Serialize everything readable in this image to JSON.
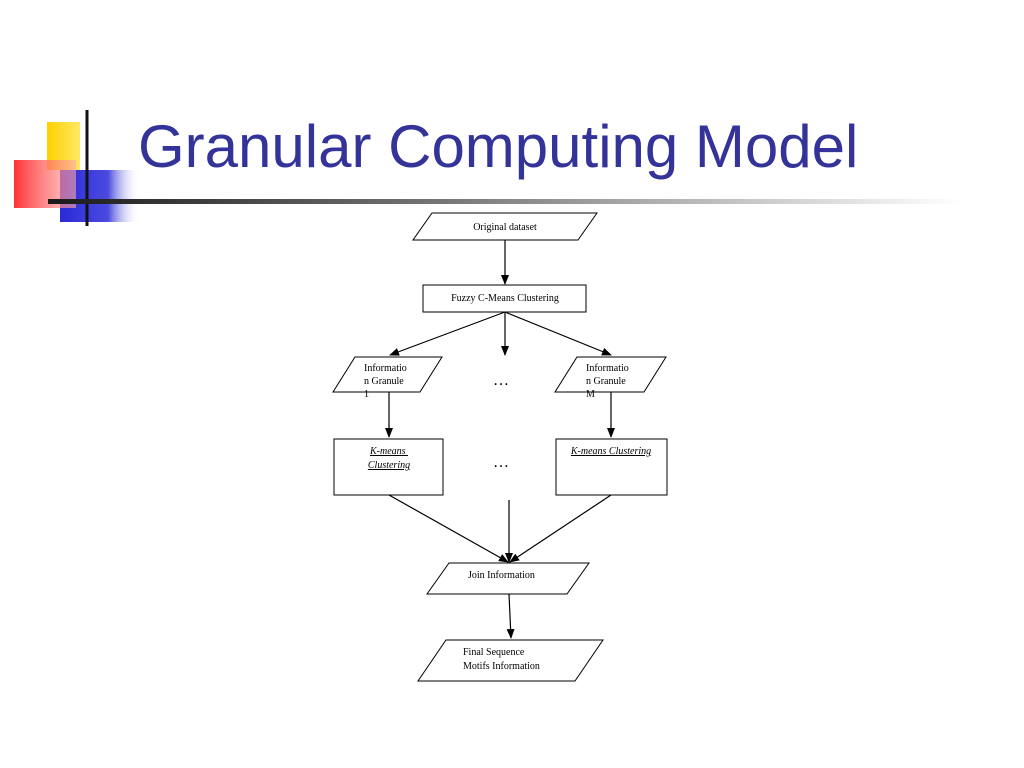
{
  "slide": {
    "title": "Granular Computing Model",
    "colors": {
      "title": "#333399",
      "accent_yellow": "#ffcc00",
      "accent_blue": "#3333cc",
      "accent_red": "#ff3333"
    }
  },
  "flowchart": {
    "original_dataset": "Original dataset",
    "fcm": "Fuzzy C-Means Clustering",
    "granule_1": [
      "Informatio",
      "n Granule",
      "1"
    ],
    "granule_m": [
      "Informatio",
      "n Granule",
      "M"
    ],
    "ellipsis_upper": "…",
    "ellipsis_lower": "…",
    "kmeans_1": [
      "K-means",
      "Clustering"
    ],
    "kmeans_m": "K-means  Clustering",
    "join": "Join Information",
    "final": [
      "Final Sequence",
      "Motifs Information"
    ]
  }
}
